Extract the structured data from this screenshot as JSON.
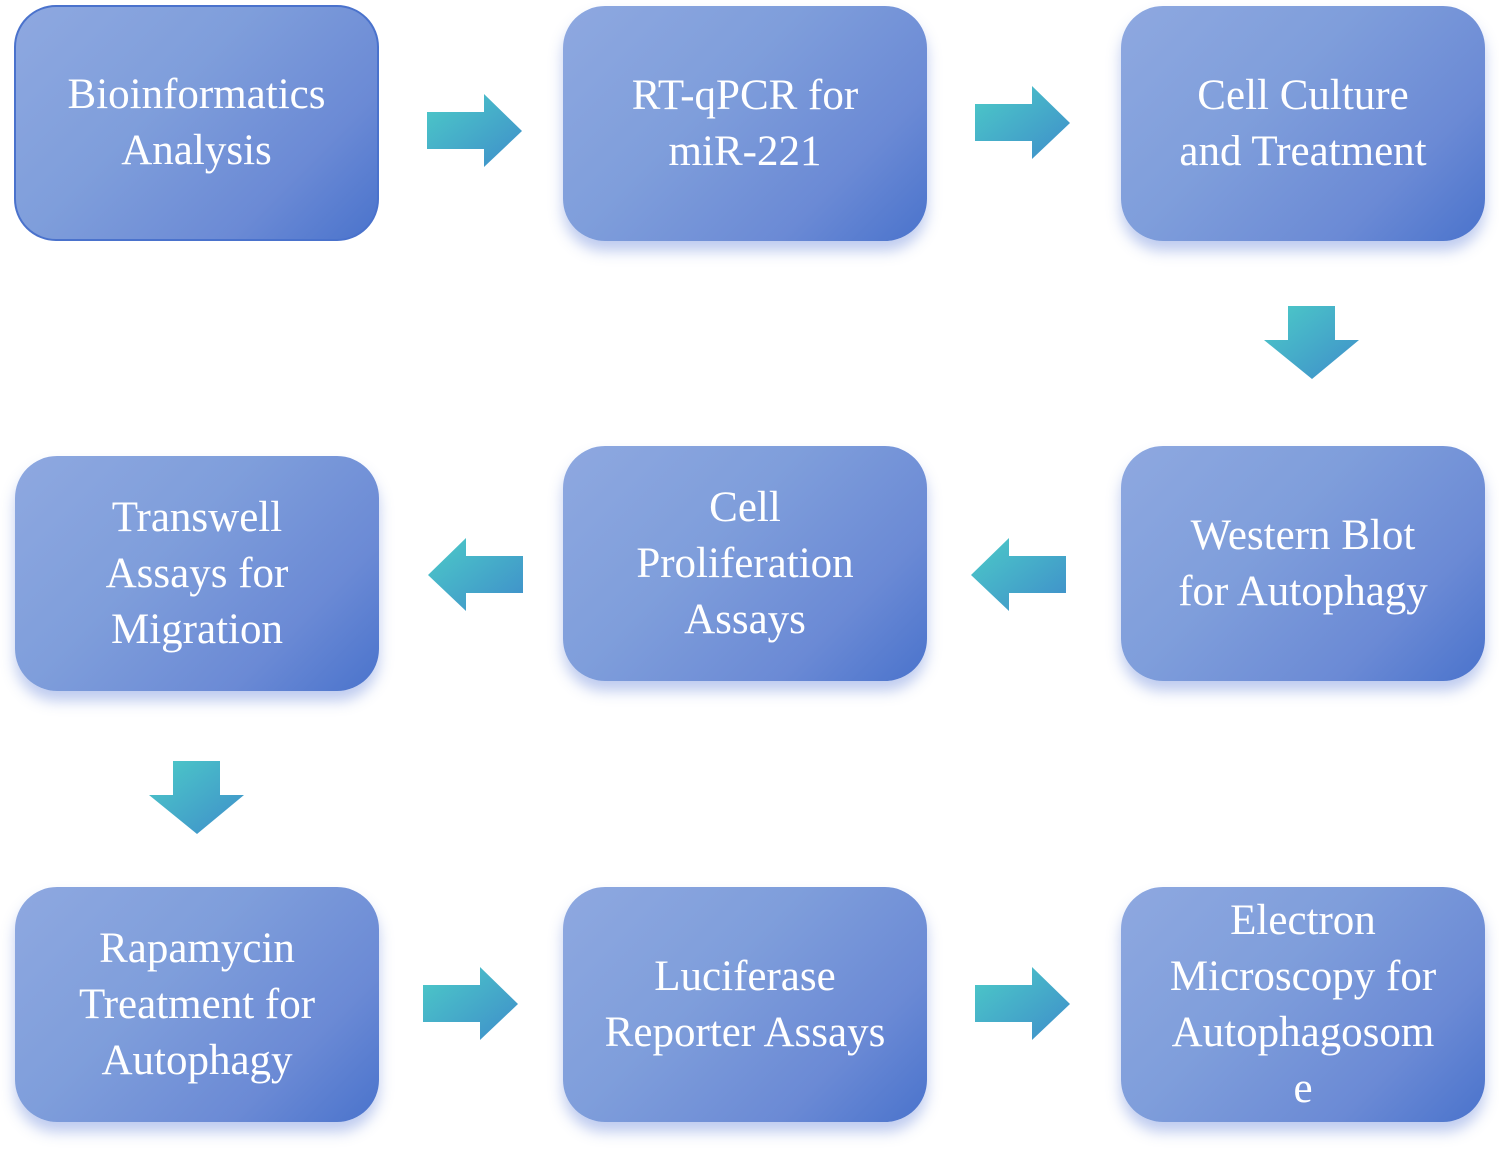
{
  "diagram": {
    "type": "flowchart",
    "colors": {
      "box_light": "#8ea8e0",
      "box_dark": "#4a73cc",
      "arrow_light": "#48c6c8",
      "arrow_dark": "#4392cc",
      "text": "#ffffff"
    },
    "steps": [
      {
        "id": "bioinformatics",
        "label": "Bioinformatics\nAnalysis"
      },
      {
        "id": "rt-qpcr",
        "label": "RT-qPCR for\nmiR-221"
      },
      {
        "id": "cell-culture",
        "label": "Cell Culture\nand Treatment"
      },
      {
        "id": "western-blot",
        "label": "Western Blot\nfor Autophagy"
      },
      {
        "id": "cell-proliferation",
        "label": "Cell\nProliferation\nAssays"
      },
      {
        "id": "transwell",
        "label": "Transwell\nAssays for\nMigration"
      },
      {
        "id": "rapamycin",
        "label": "Rapamycin\nTreatment for\nAutophagy"
      },
      {
        "id": "luciferase",
        "label": "Luciferase\nReporter Assays"
      },
      {
        "id": "electron-microscopy",
        "label": "Electron\nMicroscopy for\nAutophagosom\ne"
      }
    ],
    "edges": [
      {
        "from": "bioinformatics",
        "to": "rt-qpcr",
        "direction": "right"
      },
      {
        "from": "rt-qpcr",
        "to": "cell-culture",
        "direction": "right"
      },
      {
        "from": "cell-culture",
        "to": "western-blot",
        "direction": "down"
      },
      {
        "from": "western-blot",
        "to": "cell-proliferation",
        "direction": "left"
      },
      {
        "from": "cell-proliferation",
        "to": "transwell",
        "direction": "left"
      },
      {
        "from": "transwell",
        "to": "rapamycin",
        "direction": "down"
      },
      {
        "from": "rapamycin",
        "to": "luciferase",
        "direction": "right"
      },
      {
        "from": "luciferase",
        "to": "electron-microscopy",
        "direction": "right"
      }
    ]
  }
}
